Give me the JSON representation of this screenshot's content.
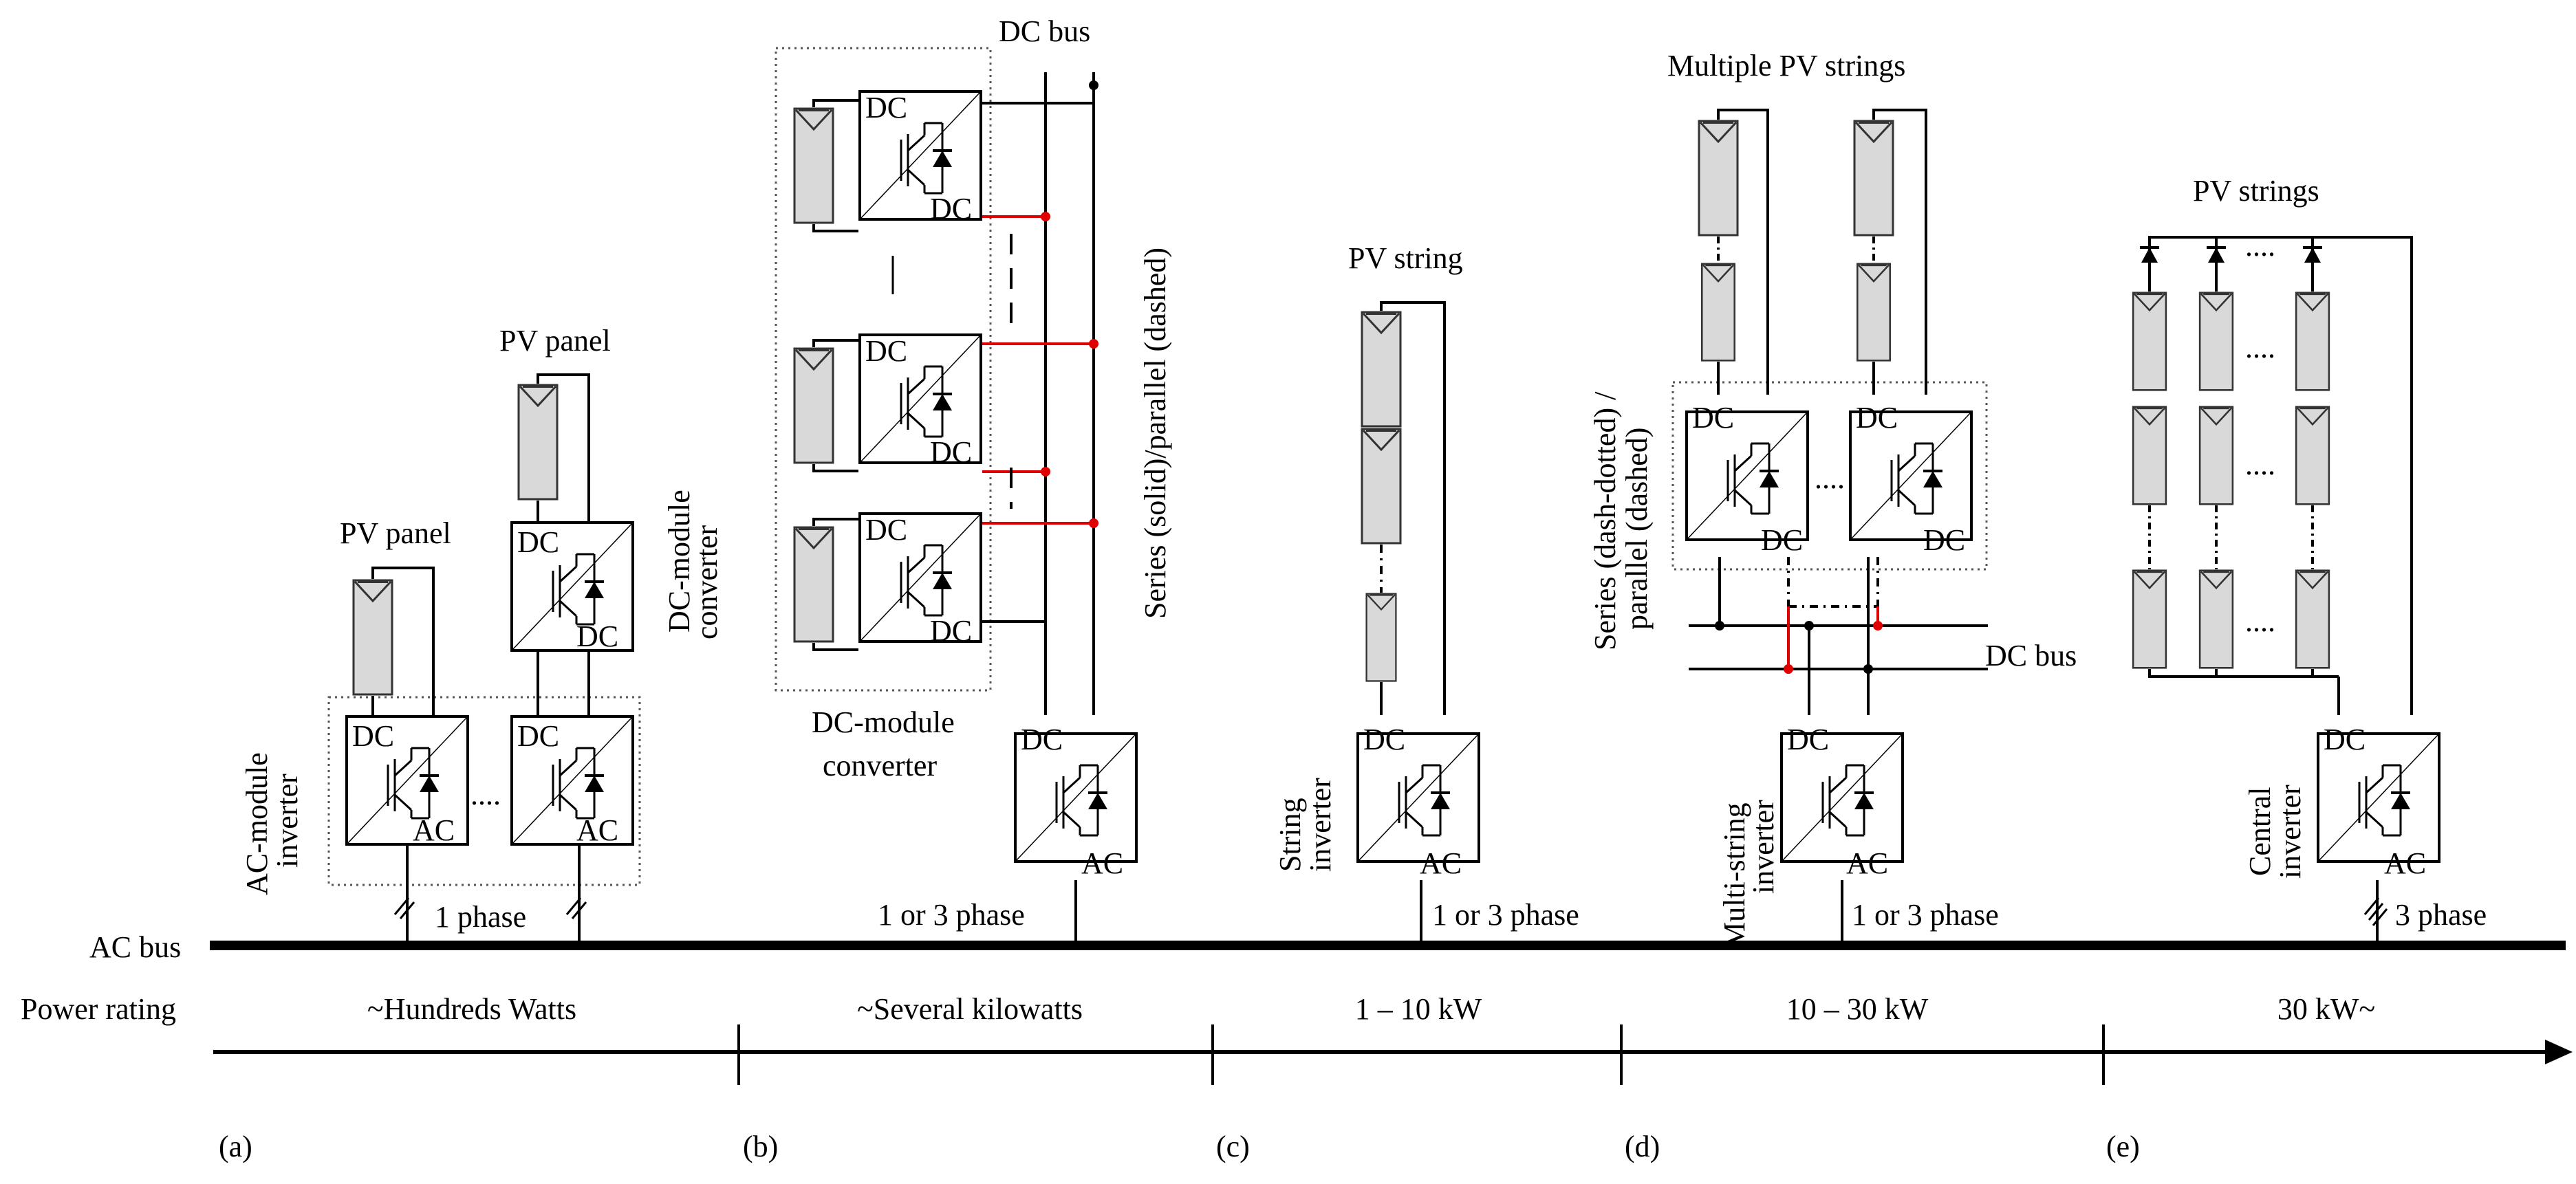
{
  "labels": {
    "dc_bus_top": "DC bus",
    "multiple_pv_strings": "Multiple PV strings",
    "series_parallel_b": "Series (solid)/parallel (dashed)",
    "pv_string": "PV string",
    "pv_strings": "PV strings",
    "pv_panel_a2": "PV panel",
    "pv_panel_a1": "PV panel",
    "dc_module_converter_a_1": "DC-module",
    "dc_module_converter_a_2": "converter",
    "ac_module_inverter_1": "AC-module",
    "ac_module_inverter_2": "inverter",
    "dc_module_converter_b_1": "DC-module",
    "dc_module_converter_b_2": "converter",
    "series_parallel_d_1": "Series (dash-dotted) /",
    "series_parallel_d_2": "parallel (dashed)",
    "dc_bus_d": "DC bus",
    "multi_string_inverter_1": "Multi-string",
    "multi_string_inverter_2": "inverter",
    "string_inverter_1": "String",
    "string_inverter_2": "inverter",
    "central_inverter_1": "Central",
    "central_inverter_2": "inverter",
    "phase_a": "1 phase",
    "phase_b": "1 or 3 phase",
    "phase_c": "1 or 3 phase",
    "phase_d": "1 or 3 phase",
    "phase_e": "3 phase",
    "ac_bus": "AC bus",
    "power_rating": "Power rating",
    "dc": "DC",
    "ac": "AC",
    "dots": "....",
    "vdash": "|"
  },
  "power_ratings": [
    "~Hundreds Watts",
    "~Several kilowatts",
    "1 – 10 kW",
    "10 – 30 kW",
    "30 kW~"
  ],
  "panel_letters": [
    "(a)",
    "(b)",
    "(c)",
    "(d)",
    "(e)"
  ]
}
